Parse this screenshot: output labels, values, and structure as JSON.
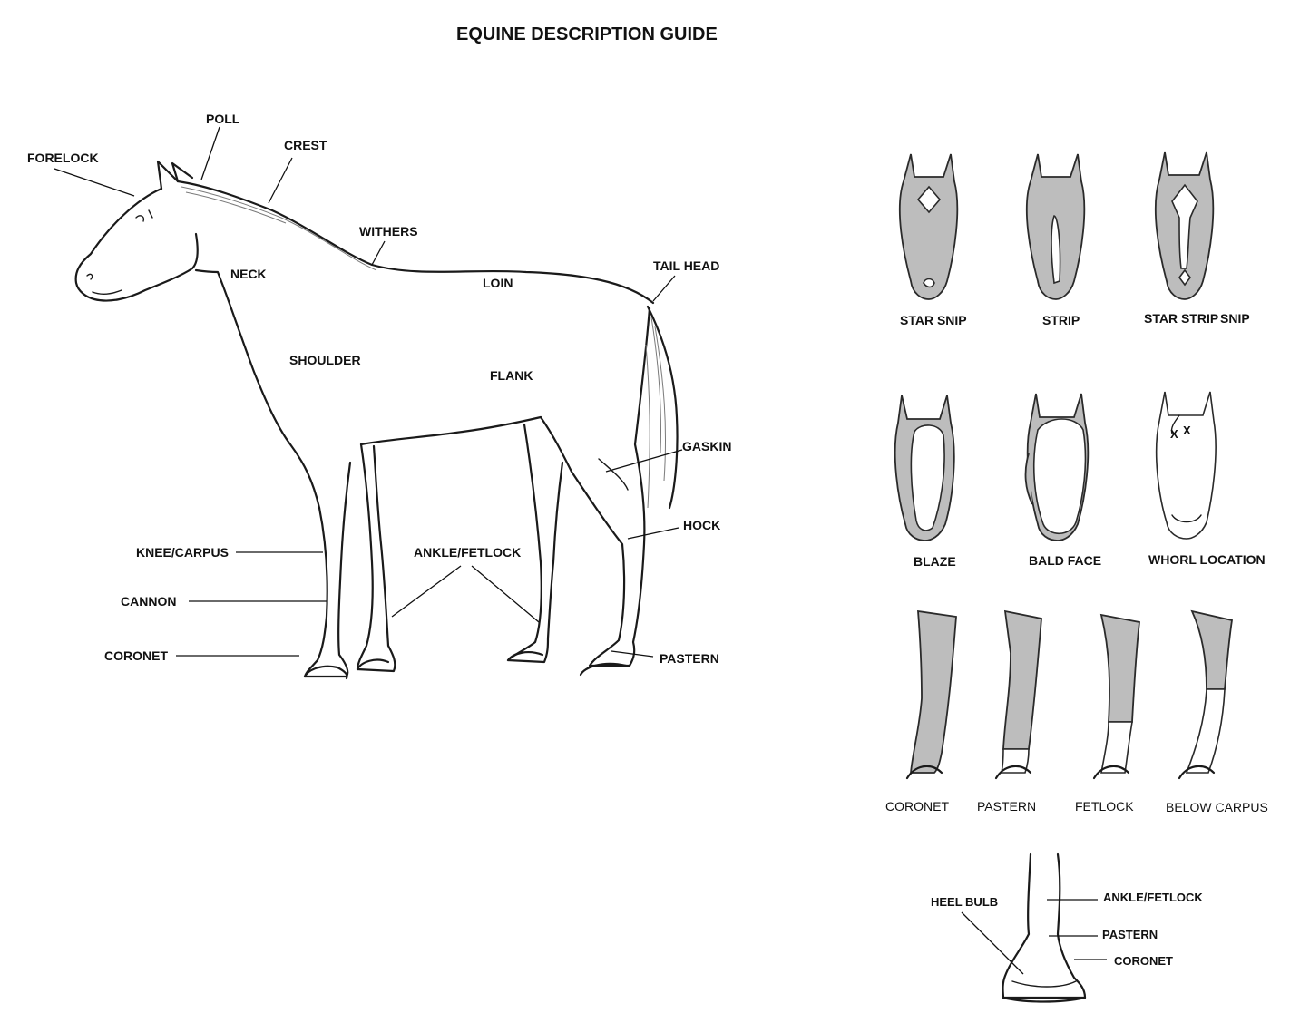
{
  "title": "EQUINE DESCRIPTION GUIDE",
  "body_parts": {
    "poll": "POLL",
    "forelock": "FORELOCK",
    "crest": "CREST",
    "withers": "WITHERS",
    "neck": "NECK",
    "loin": "LOIN",
    "tail_head": "TAIL HEAD",
    "shoulder": "SHOULDER",
    "flank": "FLANK",
    "gaskin": "GASKIN",
    "hock": "HOCK",
    "knee_carpus": "KNEE/CARPUS",
    "ankle_fetlock": "ANKLE/FETLOCK",
    "cannon": "CANNON",
    "coronet": "CORONET",
    "pastern": "PASTERN"
  },
  "face_markings": {
    "star_snip": "STAR SNIP",
    "strip": "STRIP",
    "star_strip": "STAR STRIP",
    "snip": "SNIP",
    "blaze": "BLAZE",
    "bald_face": "BALD FACE",
    "whorl_location": "WHORL LOCATION",
    "whorl_marks": [
      "X",
      "X"
    ]
  },
  "leg_markings": {
    "coronet": "CORONET",
    "pastern": "PASTERN",
    "fetlock": "FETLOCK",
    "below_carpus": "BELOW CARPUS"
  },
  "hoof_detail": {
    "heel_bulb": "HEEL BULB",
    "ankle_fetlock": "ANKLE/FETLOCK",
    "pastern": "PASTERN",
    "coronet": "CORONET"
  },
  "colors": {
    "ink": "#1a1a1a",
    "marking_fill": "#bdbdbd",
    "background": "#ffffff"
  }
}
